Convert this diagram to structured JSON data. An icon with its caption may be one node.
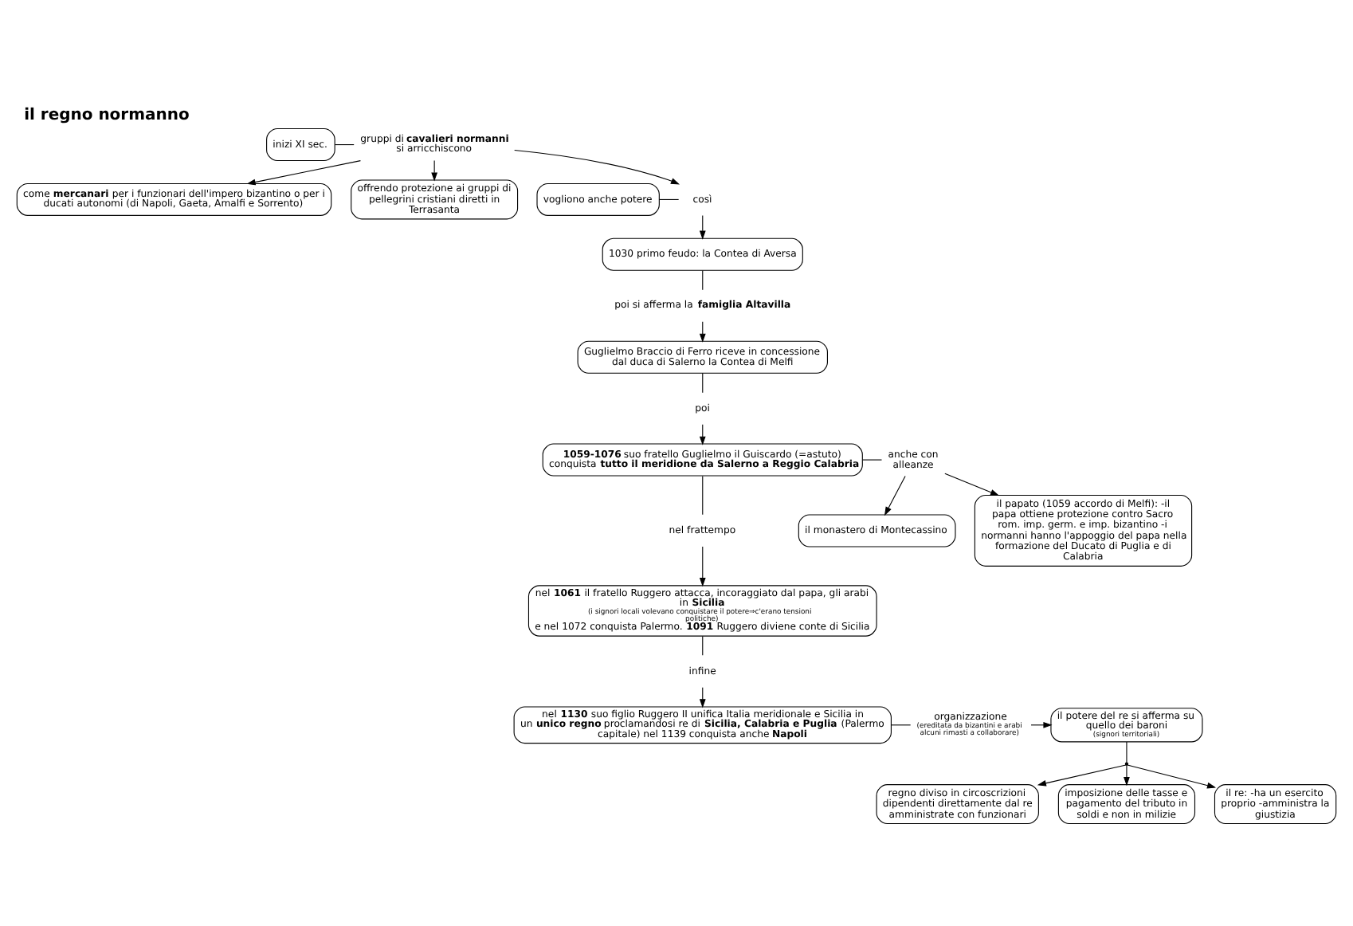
{
  "diagram": {
    "title": "il regno normanno",
    "nodes": [
      {
        "text": [
          "inizi XI sec."
        ]
      },
      {
        "text": [
          "gruppi di **cavalieri normanni** si arricchiscono"
        ]
      },
      {
        "text": [
          "come **mercanari** per i funzionari dell'impero bizantino o per i ducati autonomi (di Napoli, Gaeta, Amalfi e Sorrento)"
        ]
      },
      {
        "text": [
          "offrendo protezione ai gruppi di pellegrini cristiani diretti in Terrasanta"
        ]
      },
      {
        "text": [
          "vogliono anche potere"
        ]
      },
      {
        "text": [
          "così"
        ]
      },
      {
        "text": [
          "1030 primo feudo: la Contea di Aversa"
        ]
      },
      {
        "text": [
          "poi si afferma la **famiglia Altavilla**"
        ]
      },
      {
        "text": [
          "Guglielmo Braccio di Ferro riceve in concessione dal duca di Salerno la Contea di Melfi"
        ]
      },
      {
        "text": [
          "poi"
        ]
      },
      {
        "text": [
          "**1059-1076** suo fratello Guglielmo il Guiscardo (=astuto) conquista **tutto il meridione da Salerno a Reggio Calabria**"
        ]
      },
      {
        "text": [
          "anche con alleanze"
        ]
      },
      {
        "text": [
          "il monastero di Montecassino"
        ]
      },
      {
        "text": [
          "il papato (1059 accordo di Melfi): -il papa ottiene protezione contro Sacro rom. imp. germ. e imp. bizantino -i normanni hanno l'appoggio del papa nella formazione del Ducato di Puglia e di Calabria"
        ]
      },
      {
        "text": [
          "nel frattempo"
        ]
      },
      {
        "text": [
          "nel **1061** il fratello Ruggero attacca, incoraggiato dal papa, gli arabi in **Sicilia**",
          "(i signori locali volevano conquistare il potere⇒c'erano tensioni politiche)",
          "e nel 1072 conquista Palermo. **1091** Ruggero diviene conte di Sicilia"
        ]
      },
      {
        "text": [
          "infine"
        ]
      },
      {
        "text": [
          "nel **1130** suo figlio Ruggero II unifica Italia meridionale e Sicilia in un **unico regno** proclamandosi re di **Sicilia, Calabria e Puglia** (Palermo capitale) nel 1139 conquista anche **Napoli**"
        ]
      },
      {
        "text": [
          "organizzazione",
          "(ereditata da bizantini e arabi alcuni rimasti a collaborare)"
        ]
      },
      {
        "text": [
          "il potere del re si afferma su quello dei baroni",
          "(signori territoriali)"
        ]
      },
      {
        "text": [],
        "shape": "dot"
      },
      {
        "text": [
          "regno diviso in circoscrizioni dipendenti direttamente dal re amministrate con funzionari"
        ]
      },
      {
        "text": [
          "imposizione delle tasse e pagamento del tributo in soldi e non in milizie"
        ]
      },
      {
        "text": [
          "il re: -ha un esercito proprio -amministra la giustizia"
        ]
      }
    ],
    "edges": [
      {
        "from": 0,
        "to": 1,
        "arrow": "none"
      },
      {
        "from": 1,
        "to": 2,
        "arrow": "to"
      },
      {
        "from": 1,
        "to": 3,
        "arrow": "to"
      },
      {
        "from": 1,
        "to": 5,
        "arrow": "to"
      },
      {
        "from": 4,
        "to": 5,
        "arrow": "none"
      },
      {
        "from": 5,
        "to": 6,
        "arrow": "to"
      },
      {
        "from": 6,
        "to": 7,
        "arrow": "none"
      },
      {
        "from": 7,
        "to": 8,
        "arrow": "to"
      },
      {
        "from": 8,
        "to": 9,
        "arrow": "none"
      },
      {
        "from": 9,
        "to": 10,
        "arrow": "to"
      },
      {
        "from": 10,
        "to": 11,
        "arrow": "none"
      },
      {
        "from": 11,
        "to": 12,
        "arrow": "to"
      },
      {
        "from": 11,
        "to": 13,
        "arrow": "to"
      },
      {
        "from": 10,
        "to": 14,
        "arrow": "none"
      },
      {
        "from": 14,
        "to": 15,
        "arrow": "to"
      },
      {
        "from": 15,
        "to": 16,
        "arrow": "none"
      },
      {
        "from": 16,
        "to": 17,
        "arrow": "to"
      },
      {
        "from": 17,
        "to": 18,
        "arrow": "none"
      },
      {
        "from": 18,
        "to": 19,
        "arrow": "to"
      },
      {
        "from": 19,
        "to": 20,
        "arrow": "none"
      },
      {
        "from": 20,
        "to": 21,
        "arrow": "to"
      },
      {
        "from": 20,
        "to": 22,
        "arrow": "to"
      },
      {
        "from": 20,
        "to": 23,
        "arrow": "to"
      }
    ]
  }
}
